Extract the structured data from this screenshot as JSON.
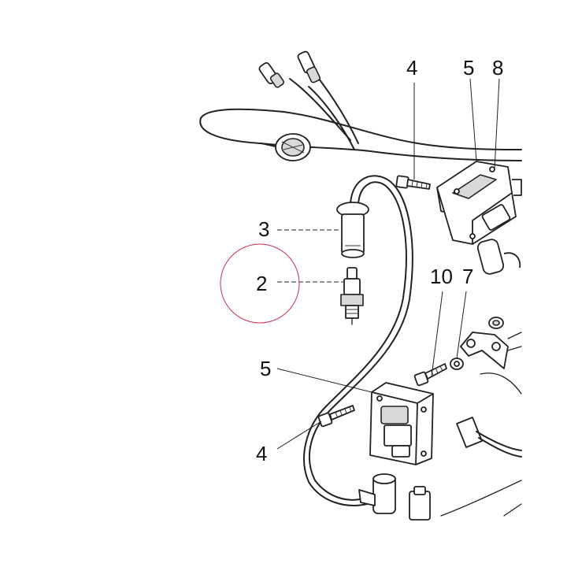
{
  "diagram": {
    "callouts": [
      {
        "id": "c4-top",
        "text": "4"
      },
      {
        "id": "c5-top",
        "text": "5"
      },
      {
        "id": "c8-top",
        "text": "8"
      },
      {
        "id": "c3",
        "text": "3"
      },
      {
        "id": "c2",
        "text": "2"
      },
      {
        "id": "c10",
        "text": "10"
      },
      {
        "id": "c7",
        "text": "7"
      },
      {
        "id": "c5-mid",
        "text": "5"
      },
      {
        "id": "c4-bot",
        "text": "4"
      }
    ],
    "highlight": {
      "target": "2",
      "color": "#c8324a"
    },
    "line_color": "#222222"
  }
}
